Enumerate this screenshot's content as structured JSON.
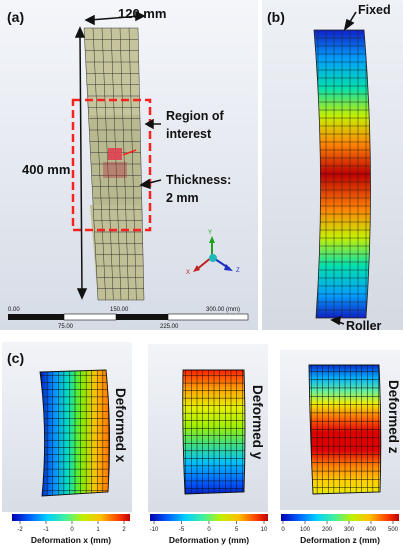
{
  "panel_a": {
    "label": "(a)",
    "width_label": "120 mm",
    "height_label": "400 mm",
    "roi_label_1": "Region of",
    "roi_label_2": "interest",
    "thickness_label_1": "Thickness:",
    "thickness_label_2": "2 mm",
    "scale_top": [
      "0.00",
      "150.00",
      "300.00 (mm)"
    ],
    "scale_bottom": [
      "75.00",
      "225.00"
    ],
    "axes": {
      "x": "X",
      "y": "Y",
      "z": "Z"
    }
  },
  "panel_b": {
    "label": "(b)",
    "fixed_label": "Fixed",
    "roller_label": "Roller"
  },
  "panel_c": {
    "label": "(c)",
    "plots": [
      {
        "title": "Deformed x",
        "bar_title": "Deformation x (mm)",
        "ticks": [
          "-2",
          "-1",
          "0",
          "1",
          "2"
        ]
      },
      {
        "title": "Deformed y",
        "bar_title": "Deformation y (mm)",
        "ticks": [
          "-10",
          "-5",
          "0",
          "5",
          "10"
        ]
      },
      {
        "title": "Deformed z",
        "bar_title": "Deformation z (mm)",
        "ticks": [
          "0",
          "100",
          "200",
          "300",
          "400",
          "500"
        ]
      }
    ]
  },
  "colors": {
    "mesh": "#111111",
    "roi_box": "#ff2020",
    "background_grey": "#dbe0e8",
    "colormap": [
      "#0000c8",
      "#0070ff",
      "#00c8ff",
      "#00e0a0",
      "#60e040",
      "#c8f000",
      "#ffe000",
      "#ff9000",
      "#ff3000",
      "#c80000"
    ]
  }
}
